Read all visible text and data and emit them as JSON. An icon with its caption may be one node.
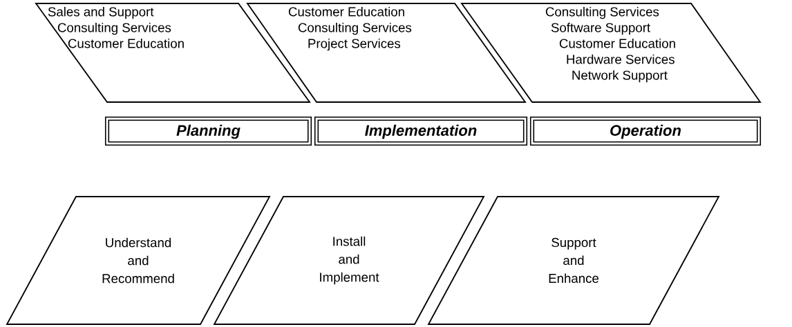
{
  "diagram": {
    "nodes": [
      {
        "text": [
          "Sales and Support",
          "Consulting Services",
          "Customer Education"
        ]
      },
      {
        "text": [
          "Customer Education",
          "Consulting Services",
          "Project Services"
        ]
      },
      {
        "text": [
          "Consulting Services",
          "Software Support",
          "Customer Education",
          "Hardware Services",
          "Network Support"
        ]
      },
      {
        "text": [
          "Planning"
        ]
      },
      {
        "text": [
          "Implementation"
        ]
      },
      {
        "text": [
          "Operation"
        ]
      },
      {
        "text": [
          "Understand and Recommend"
        ]
      },
      {
        "text": [
          "Install and Implement"
        ]
      },
      {
        "text": [
          "Support and Enhance"
        ]
      }
    ]
  }
}
